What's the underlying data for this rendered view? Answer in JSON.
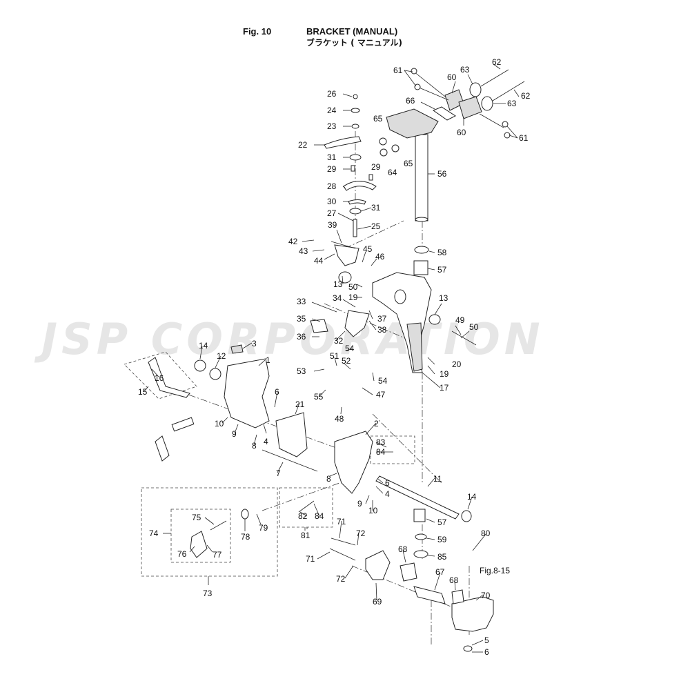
{
  "header": {
    "fig": "Fig. 10",
    "title": "BRACKET (MANUAL)",
    "subtitle": "ブラケット ( マニュアル)"
  },
  "watermark": "JSP CORPORATION",
  "reference": "Fig.8-15",
  "callouts": [
    {
      "id": "c1",
      "t": "1"
    },
    {
      "id": "c2",
      "t": "2"
    },
    {
      "id": "c3",
      "t": "3"
    },
    {
      "id": "c4a",
      "t": "4"
    },
    {
      "id": "c4b",
      "t": "4"
    },
    {
      "id": "c5",
      "t": "5"
    },
    {
      "id": "c6a",
      "t": "6"
    },
    {
      "id": "c6b",
      "t": "6"
    },
    {
      "id": "c6c",
      "t": "6"
    },
    {
      "id": "c7",
      "t": "7"
    },
    {
      "id": "c8a",
      "t": "8"
    },
    {
      "id": "c8b",
      "t": "8"
    },
    {
      "id": "c9a",
      "t": "9"
    },
    {
      "id": "c9b",
      "t": "9"
    },
    {
      "id": "c10a",
      "t": "10"
    },
    {
      "id": "c10b",
      "t": "10"
    },
    {
      "id": "c11",
      "t": "11"
    },
    {
      "id": "c12",
      "t": "12"
    },
    {
      "id": "c13a",
      "t": "13"
    },
    {
      "id": "c13b",
      "t": "13"
    },
    {
      "id": "c14a",
      "t": "14"
    },
    {
      "id": "c14b",
      "t": "14"
    },
    {
      "id": "c15",
      "t": "15"
    },
    {
      "id": "c16",
      "t": "16"
    },
    {
      "id": "c17",
      "t": "17"
    },
    {
      "id": "c19a",
      "t": "19"
    },
    {
      "id": "c19b",
      "t": "19"
    },
    {
      "id": "c20",
      "t": "20"
    },
    {
      "id": "c21",
      "t": "21"
    },
    {
      "id": "c22",
      "t": "22"
    },
    {
      "id": "c23",
      "t": "23"
    },
    {
      "id": "c24",
      "t": "24"
    },
    {
      "id": "c25",
      "t": "25"
    },
    {
      "id": "c26",
      "t": "26"
    },
    {
      "id": "c27",
      "t": "27"
    },
    {
      "id": "c28",
      "t": "28"
    },
    {
      "id": "c29a",
      "t": "29"
    },
    {
      "id": "c29b",
      "t": "29"
    },
    {
      "id": "c30",
      "t": "30"
    },
    {
      "id": "c31a",
      "t": "31"
    },
    {
      "id": "c31b",
      "t": "31"
    },
    {
      "id": "c32",
      "t": "32"
    },
    {
      "id": "c33",
      "t": "33"
    },
    {
      "id": "c34",
      "t": "34"
    },
    {
      "id": "c35",
      "t": "35"
    },
    {
      "id": "c36",
      "t": "36"
    },
    {
      "id": "c37",
      "t": "37"
    },
    {
      "id": "c38",
      "t": "38"
    },
    {
      "id": "c39",
      "t": "39"
    },
    {
      "id": "c42",
      "t": "42"
    },
    {
      "id": "c43",
      "t": "43"
    },
    {
      "id": "c44",
      "t": "44"
    },
    {
      "id": "c45",
      "t": "45"
    },
    {
      "id": "c46",
      "t": "46"
    },
    {
      "id": "c47",
      "t": "47"
    },
    {
      "id": "c48",
      "t": "48"
    },
    {
      "id": "c49",
      "t": "49"
    },
    {
      "id": "c50a",
      "t": "50"
    },
    {
      "id": "c50b",
      "t": "50"
    },
    {
      "id": "c51",
      "t": "51"
    },
    {
      "id": "c52",
      "t": "52"
    },
    {
      "id": "c53",
      "t": "53"
    },
    {
      "id": "c54a",
      "t": "54"
    },
    {
      "id": "c54b",
      "t": "54"
    },
    {
      "id": "c55",
      "t": "55"
    },
    {
      "id": "c56",
      "t": "56"
    },
    {
      "id": "c57a",
      "t": "57"
    },
    {
      "id": "c57b",
      "t": "57"
    },
    {
      "id": "c58",
      "t": "58"
    },
    {
      "id": "c59",
      "t": "59"
    },
    {
      "id": "c60a",
      "t": "60"
    },
    {
      "id": "c60b",
      "t": "60"
    },
    {
      "id": "c61a",
      "t": "61"
    },
    {
      "id": "c61b",
      "t": "61"
    },
    {
      "id": "c62a",
      "t": "62"
    },
    {
      "id": "c62b",
      "t": "62"
    },
    {
      "id": "c63a",
      "t": "63"
    },
    {
      "id": "c63b",
      "t": "63"
    },
    {
      "id": "c64",
      "t": "64"
    },
    {
      "id": "c65a",
      "t": "65"
    },
    {
      "id": "c65b",
      "t": "65"
    },
    {
      "id": "c66",
      "t": "66"
    },
    {
      "id": "c67",
      "t": "67"
    },
    {
      "id": "c68a",
      "t": "68"
    },
    {
      "id": "c68b",
      "t": "68"
    },
    {
      "id": "c69",
      "t": "69"
    },
    {
      "id": "c70",
      "t": "70"
    },
    {
      "id": "c71a",
      "t": "71"
    },
    {
      "id": "c71b",
      "t": "71"
    },
    {
      "id": "c72a",
      "t": "72"
    },
    {
      "id": "c72b",
      "t": "72"
    },
    {
      "id": "c73",
      "t": "73"
    },
    {
      "id": "c74",
      "t": "74"
    },
    {
      "id": "c75",
      "t": "75"
    },
    {
      "id": "c76",
      "t": "76"
    },
    {
      "id": "c77",
      "t": "77"
    },
    {
      "id": "c78",
      "t": "78"
    },
    {
      "id": "c79",
      "t": "79"
    },
    {
      "id": "c80",
      "t": "80"
    },
    {
      "id": "c81",
      "t": "81"
    },
    {
      "id": "c82",
      "t": "82"
    },
    {
      "id": "c83",
      "t": "83"
    },
    {
      "id": "c84a",
      "t": "84"
    },
    {
      "id": "c84b",
      "t": "84"
    },
    {
      "id": "c85",
      "t": "85"
    }
  ]
}
